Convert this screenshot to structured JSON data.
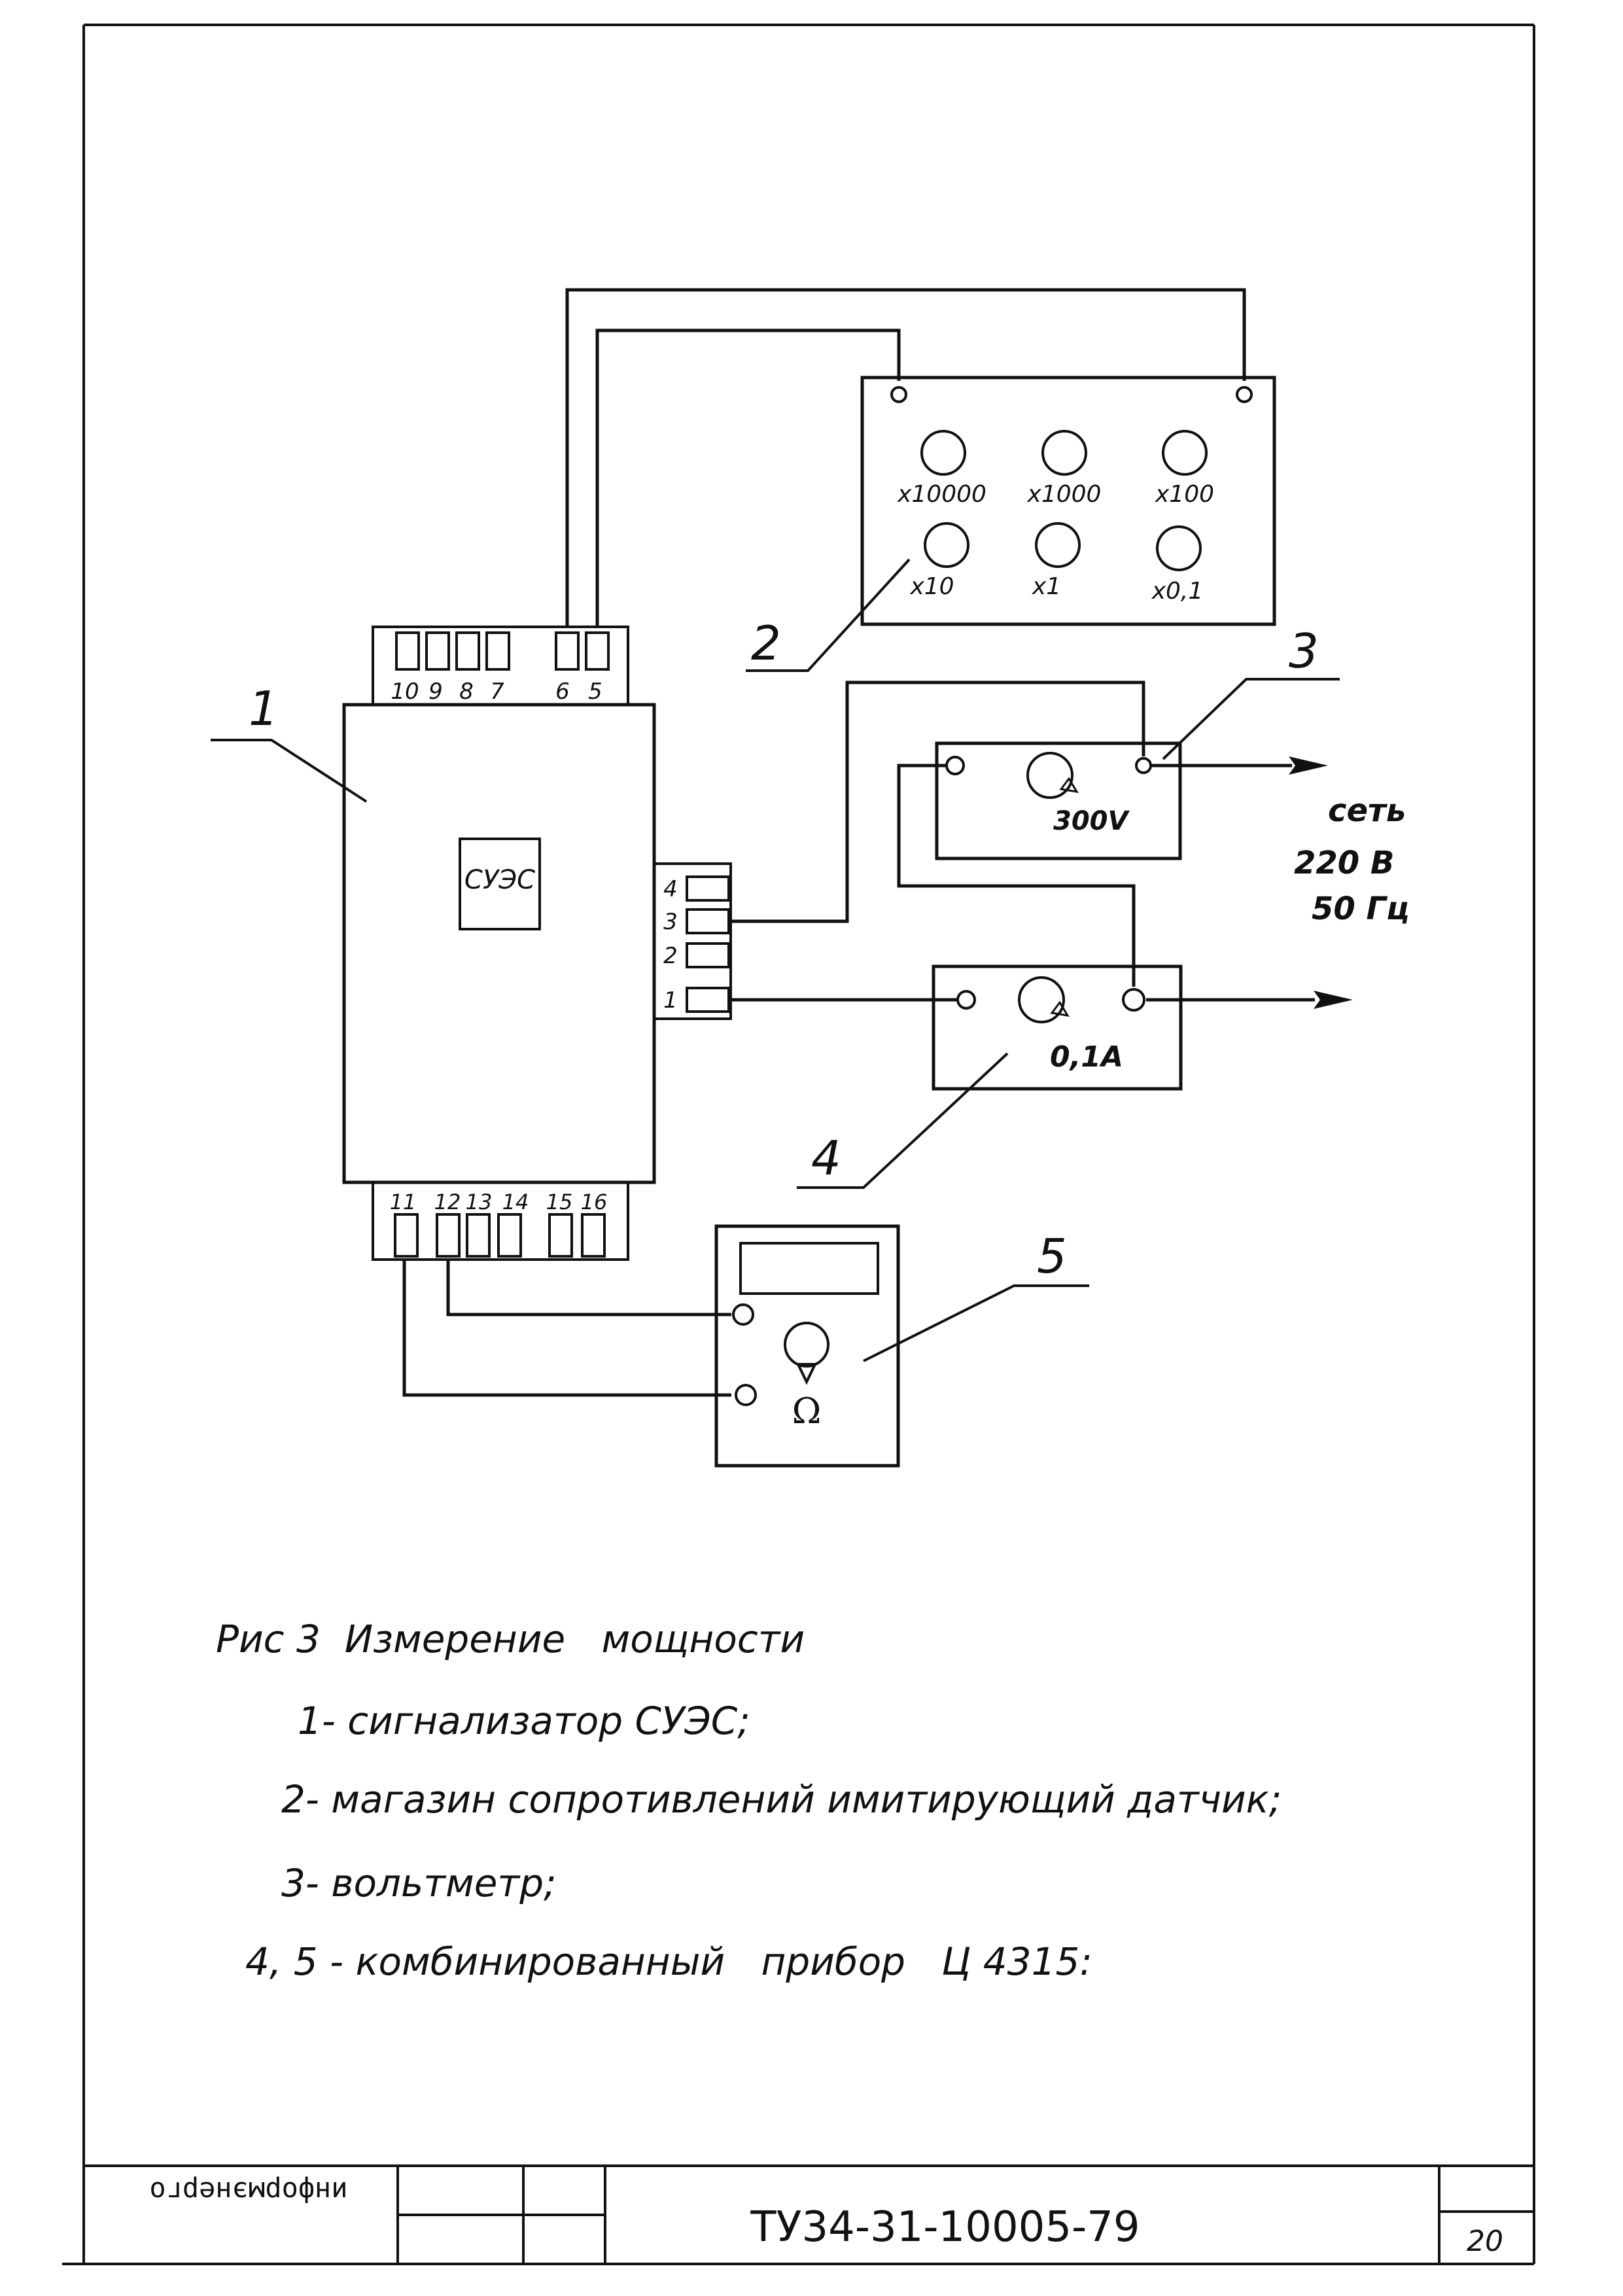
{
  "callouts": {
    "signalizer": "1",
    "resistance_box": "2",
    "voltmeter": "3",
    "ammeter": "4",
    "multimeter": "5"
  },
  "signalizer": {
    "label": "СУЭС",
    "top_terminals": [
      "10",
      "9",
      "8",
      "7",
      "6",
      "5"
    ],
    "side_terminals": [
      "4",
      "3",
      "2",
      "1"
    ],
    "bottom_terminals": [
      "11",
      "12",
      "13",
      "14",
      "15",
      "16"
    ]
  },
  "resistance_box": {
    "dials": [
      "x10000",
      "x1000",
      "x100",
      "x10",
      "x1",
      "x0,1"
    ]
  },
  "voltmeter": {
    "range": "300V"
  },
  "ammeter": {
    "range": "0,1A"
  },
  "multimeter": {
    "unit_symbol": "Ω"
  },
  "mains": {
    "label": "сеть",
    "voltage": "220 В",
    "frequency": "50 Гц"
  },
  "caption": {
    "title": "Рис 3  Измерение   мощности",
    "items": [
      "1- сигнализатор СУЭС;",
      "2- магазин сопротивлений имитирующий датчик;",
      "3- вольтметр;",
      "4, 5 - комбинированный   прибор   Ц 4315:"
    ]
  },
  "title_block": {
    "stamp": "информэнерго",
    "document_code": "ТУ34-31-10005-79",
    "sheet_number": "20"
  }
}
